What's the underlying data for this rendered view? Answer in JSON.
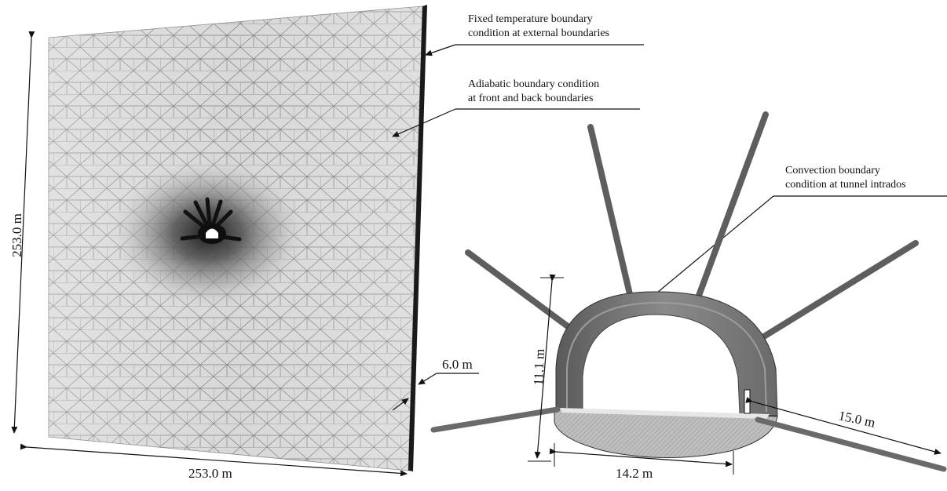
{
  "annotations": {
    "fixed_temp_line1": "Fixed temperature boundary",
    "fixed_temp_line2": "condition at external boundaries",
    "adiabatic_line1": "Adiabatic boundary condition",
    "adiabatic_line2": "at front and back boundaries",
    "convection_line1": "Convection boundary",
    "convection_line2": "condition at tunnel intrados"
  },
  "dimensions": {
    "model_height": "253.0 m",
    "model_width": "253.0 m",
    "model_thickness": "6.0 m",
    "tunnel_height": "11.1 m",
    "tunnel_width": "14.2 m",
    "tunnel_length": "15.0 m"
  },
  "colors": {
    "mesh_fill": "#d6d6d6",
    "mesh_line": "#7a7a7a",
    "edge": "#1a1a1a",
    "lining": "#777777",
    "bolt": "#6a6a6a"
  }
}
